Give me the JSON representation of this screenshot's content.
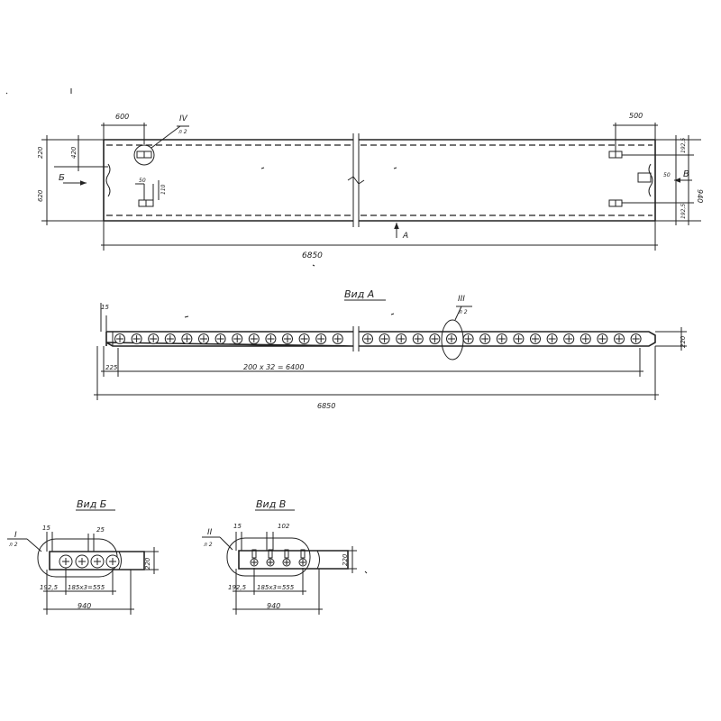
{
  "plan": {
    "dim_length": "6850",
    "dim_left_600": "600",
    "dim_right_500": "500",
    "dim_220": "220",
    "dim_420": "420",
    "dim_620": "620",
    "dim_940": "940",
    "dim_192_5_top": "192,5",
    "dim_192_5_bottom": "192,5",
    "dim_50": "50",
    "dim_50_small": "50",
    "dim_110": "110",
    "view_b_marker": "Б",
    "view_v_marker": "В",
    "view_a_marker": "А",
    "callout_iv": "IV",
    "callout_iv_sheet": "л 2"
  },
  "view_a": {
    "title": "Вид А",
    "dim_15": "15",
    "dim_225": "225",
    "dim_holes": "200 х 32 = 6400",
    "dim_length": "6850",
    "dim_220": "220",
    "callout_iii": "III",
    "callout_iii_sheet": "л 2"
  },
  "view_b": {
    "title": "Вид Б",
    "dim_15": "15",
    "dim_25": "25",
    "dim_192_5": "192,5",
    "dim_holes": "185х3=555",
    "dim_940": "940",
    "dim_220": "220",
    "callout_i": "I",
    "callout_i_sheet": "л 2"
  },
  "view_v": {
    "title": "Вид В",
    "dim_15": "15",
    "dim_102": "102",
    "dim_192_5": "192,5",
    "dim_holes": "185х3=555",
    "dim_940": "940",
    "dim_220": "220",
    "callout_ii": "II",
    "callout_ii_sheet": "л 2"
  }
}
